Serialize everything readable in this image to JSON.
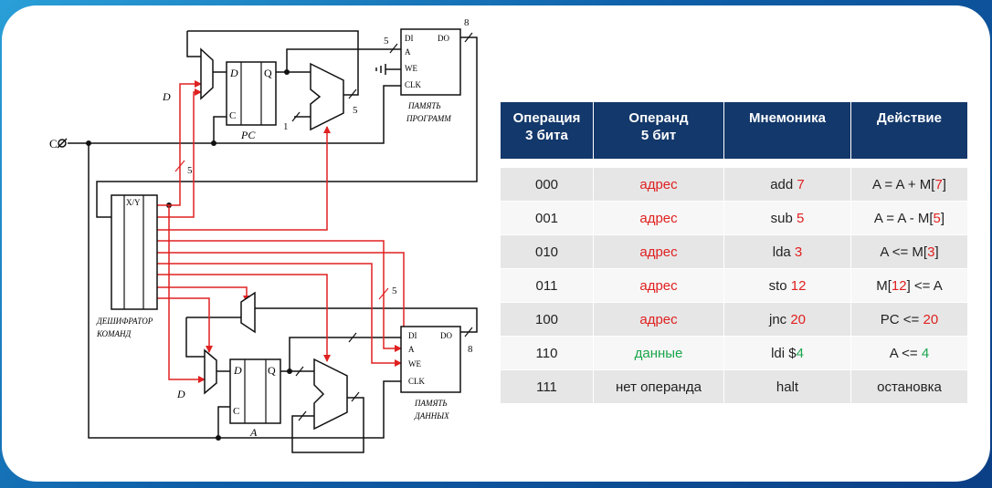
{
  "labels": {
    "d_top": "D",
    "d_bottom": "D",
    "clock": "C",
    "pc": "PC",
    "acc": "A",
    "reg_d": "D",
    "reg_q": "Q",
    "reg_c": "C",
    "bus5": "5",
    "bus8": "8",
    "one": "1",
    "prog_mem_line1": "ПАМЯТЬ",
    "prog_mem_line2": "ПРОГРАММ",
    "data_mem_line1": "ПАМЯТЬ",
    "data_mem_line2": "ДАННЫХ",
    "decoder_line1": "ДЕШИФРАТОР",
    "decoder_line2": "КОМАНД",
    "decoder_xy": "X/Y",
    "mem_di": "DI",
    "mem_do": "DO",
    "mem_a": "A",
    "mem_we": "WE",
    "mem_clk": "CLK"
  },
  "table": {
    "headers": [
      [
        "Операция",
        "3 бита"
      ],
      [
        "Операнд",
        "5 бит"
      ],
      [
        "Мнемоника"
      ],
      [
        "Действие"
      ]
    ],
    "rows": [
      {
        "op": "000",
        "operand": "адрес",
        "operand_color": "red",
        "mn_base": "add ",
        "mn_arg": "7",
        "mn_color": "red",
        "act_pre": "A = A + M[",
        "act_arg": "7",
        "act_post": "]",
        "act_color": "red"
      },
      {
        "op": "001",
        "operand": "адрес",
        "operand_color": "red",
        "mn_base": "sub ",
        "mn_arg": "5",
        "mn_color": "red",
        "act_pre": "A = A - M[",
        "act_arg": "5",
        "act_post": "]",
        "act_color": "red"
      },
      {
        "op": "010",
        "operand": "адрес",
        "operand_color": "red",
        "mn_base": "lda ",
        "mn_arg": "3",
        "mn_color": "red",
        "act_pre": "A <= M[",
        "act_arg": "3",
        "act_post": "]",
        "act_color": "red"
      },
      {
        "op": "011",
        "operand": "адрес",
        "operand_color": "red",
        "mn_base": "sto ",
        "mn_arg": "12",
        "mn_color": "red",
        "act_pre": "M[",
        "act_arg": "12",
        "act_post": "] <= A",
        "act_color": "red"
      },
      {
        "op": "100",
        "operand": "адрес",
        "operand_color": "red",
        "mn_base": "jnc ",
        "mn_arg": "20",
        "mn_color": "red",
        "act_pre": "PC <= ",
        "act_arg": "20",
        "act_post": "",
        "act_color": "red"
      },
      {
        "op": "110",
        "operand": "данные",
        "operand_color": "green",
        "mn_base": "ldi $",
        "mn_arg": "4",
        "mn_color": "green",
        "act_pre": "A <= ",
        "act_arg": "4",
        "act_post": "",
        "act_color": "green"
      },
      {
        "op": "111",
        "operand": "нет операнда",
        "operand_color": "none",
        "mn_base": "halt",
        "mn_arg": "",
        "mn_color": "none",
        "act_pre": "остановка",
        "act_arg": "",
        "act_post": "",
        "act_color": "none"
      }
    ]
  },
  "colors": {
    "red": "#e02020",
    "green": "#1aa64b",
    "header_bg": "#13386b"
  }
}
